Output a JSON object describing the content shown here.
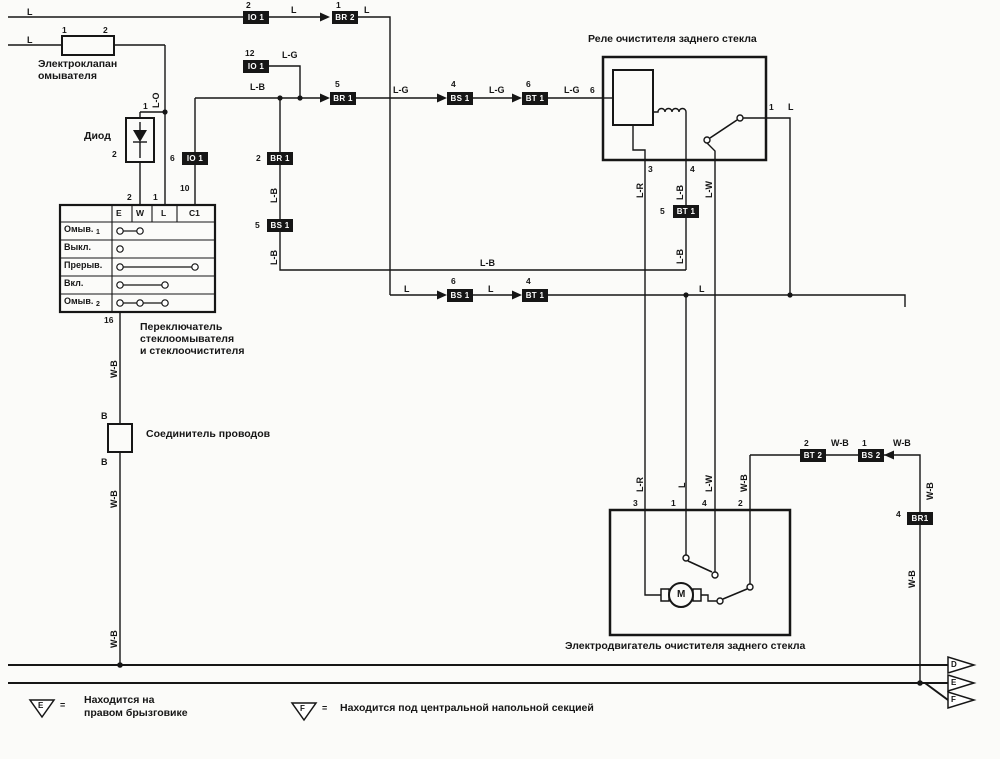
{
  "titles": {
    "relay": "Реле очистителя заднего стекла",
    "solenoid1": "Электроклапан",
    "solenoid2": "омывателя",
    "diode": "Диод",
    "sw1": "Переключатель",
    "sw2": "стеклоомывателя",
    "sw3": "и стеклоочистителя",
    "joint": "Соединитель проводов",
    "motor": "Электродвигатель очистителя заднего стекла"
  },
  "conn": {
    "io1": "IO 1",
    "br2": "BR 2",
    "br1": "BR 1",
    "bs1": "BS 1",
    "bt1": "BT 1",
    "bt2": "BT 2",
    "bs2": "BS 2",
    "br1c": "BR1"
  },
  "w": {
    "l": "L",
    "lo": "L-O",
    "lg": "L-G",
    "lb": "L-B",
    "lr": "L-R",
    "lw": "L-W",
    "wb": "W-B",
    "b": "B"
  },
  "p": {
    "p1": "1",
    "p2": "2",
    "p3": "3",
    "p4": "4",
    "p5": "5",
    "p6": "6",
    "p10": "10",
    "p12": "12",
    "p16": "16"
  },
  "tbl": {
    "h": [
      "E",
      "W",
      "L",
      "C1"
    ],
    "r": [
      "Омыв.",
      "Выкл.",
      "Прерыв.",
      "Вкл.",
      "Омыв."
    ],
    "s1": "1",
    "s2": "2"
  },
  "m": "M",
  "gnd": {
    "d": "D",
    "e": "E",
    "f": "F"
  },
  "leg": {
    "eq": "=",
    "e1": "Находится на",
    "e2": "правом брызговике",
    "f": "Находится под центральной напольной секцией"
  }
}
